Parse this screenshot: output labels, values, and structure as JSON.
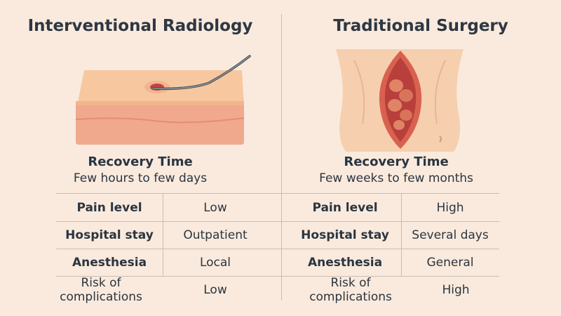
{
  "left": {
    "title": "Interventional Radiology",
    "recovery_heading": "Recovery Time",
    "recovery_value": "Few hours to few days",
    "rows": [
      {
        "label": "Pain level",
        "value": "Low"
      },
      {
        "label": "Hospital stay",
        "value": "Outpatient"
      },
      {
        "label": "Anesthesia",
        "value": "Local"
      },
      {
        "label": "Risk of complications",
        "value": "Low"
      }
    ]
  },
  "right": {
    "title": "Traditional Surgery",
    "recovery_heading": "Recovery Time",
    "recovery_value": "Few weeks to few months",
    "rows": [
      {
        "label": "Pain level",
        "value": "High"
      },
      {
        "label": "Hospital stay",
        "value": "Several days"
      },
      {
        "label": "Anesthesia",
        "value": "General"
      },
      {
        "label": "Risk of complications",
        "value": "High"
      }
    ]
  },
  "colors": {
    "background": "#f9eadd",
    "text": "#2b3540",
    "divider": "#c9bcb0",
    "skin": "#f3c49c",
    "wound": "#c0443f"
  }
}
